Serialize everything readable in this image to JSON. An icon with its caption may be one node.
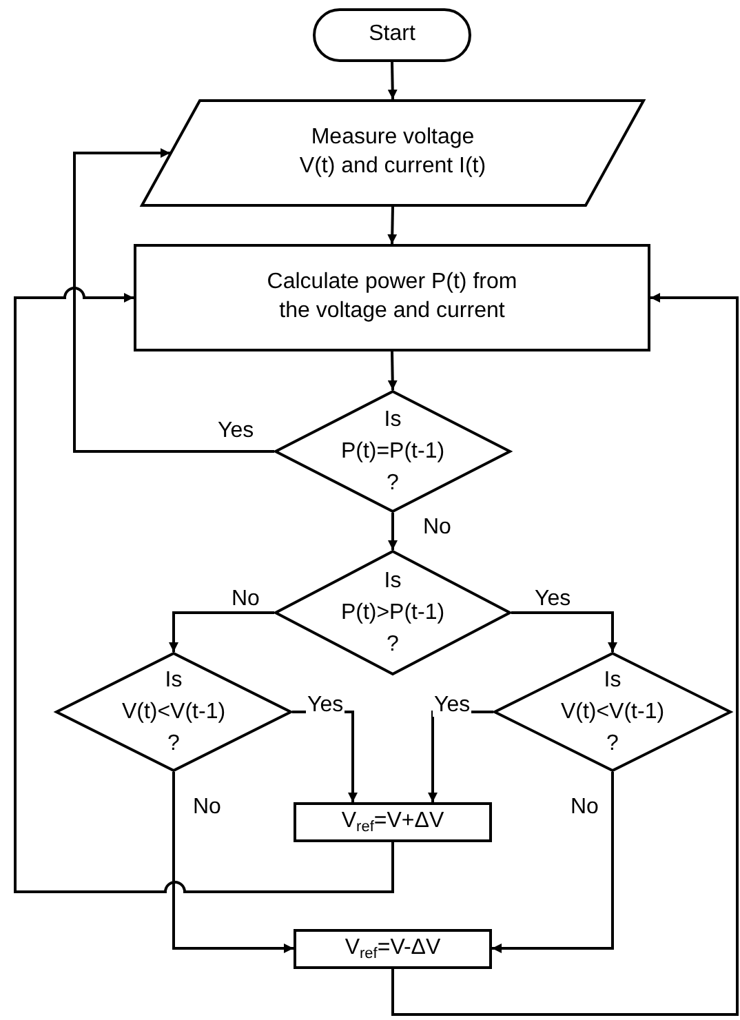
{
  "diagram": {
    "nodes": [
      {
        "text": [
          "Start"
        ]
      },
      {
        "text": [
          "Measure voltage V(t) and current I(t)"
        ]
      },
      {
        "text": [
          "Calculate power P(t) from the voltage and current"
        ]
      },
      {
        "text": [
          "Is P(t)=P(t-1) ?"
        ]
      },
      {
        "text": [
          "Is P(t)>P(t-1) ?"
        ]
      },
      {
        "text": [
          "Is V(t)<V(t-1) ?"
        ]
      },
      {
        "text": [
          "Is V(t)<V(t-1) ?"
        ]
      },
      {
        "text": [
          "V$_{ref}$=V+ΔV"
        ]
      },
      {
        "text": [
          "V$_{ref}$=V-ΔV"
        ]
      }
    ],
    "edges": [
      {
        "from": 0,
        "to": 1,
        "arrow": "to"
      },
      {
        "from": 1,
        "to": 2,
        "arrow": "to"
      },
      {
        "from": 2,
        "to": 3,
        "arrow": "to"
      },
      {
        "from": 3,
        "to": 1,
        "arrow": "to",
        "label": "Yes"
      },
      {
        "from": 3,
        "to": 4,
        "arrow": "to",
        "label": "No"
      },
      {
        "from": 4,
        "to": 5,
        "arrow": "to",
        "label": "No"
      },
      {
        "from": 4,
        "to": 6,
        "arrow": "to",
        "label": "Yes"
      },
      {
        "from": 5,
        "to": 7,
        "arrow": "to",
        "label": "Yes"
      },
      {
        "from": 6,
        "to": 7,
        "arrow": "to",
        "label": "Yes"
      },
      {
        "from": 5,
        "to": 8,
        "arrow": "to",
        "label": "No"
      },
      {
        "from": 6,
        "to": 8,
        "arrow": "to",
        "label": "No"
      },
      {
        "from": 7,
        "to": 2,
        "arrow": "to"
      },
      {
        "from": 8,
        "to": 2,
        "arrow": "to"
      }
    ]
  }
}
